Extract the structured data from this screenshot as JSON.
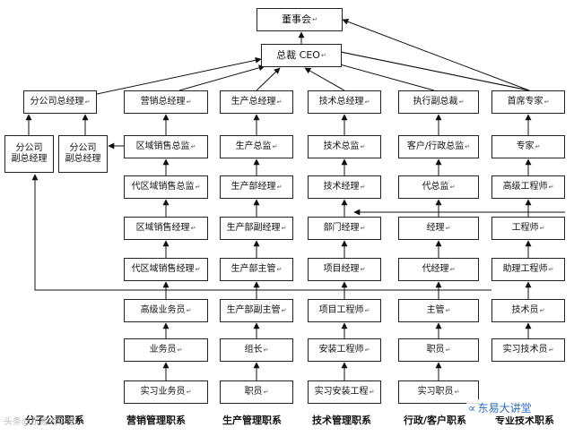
{
  "top": {
    "board": "董事会",
    "ceo": "总裁 CEO"
  },
  "columns": [
    {
      "key": "branch",
      "head": "分公司总经理",
      "footer": "分子公司职系",
      "subs": [
        "分公司副总经理",
        "分公司副总经理"
      ]
    },
    {
      "key": "sales",
      "head": "营销总经理",
      "footer": "营销管理职系",
      "items": [
        "区域销售总监",
        "代区域销售总监",
        "区域销售经理",
        "代区域销售经理",
        "高级业务员",
        "业务员",
        "实习业务员"
      ]
    },
    {
      "key": "prod",
      "head": "生产总经理",
      "footer": "生产管理职系",
      "items": [
        "生产总监",
        "生产部经理",
        "生产部副经理",
        "生产部主管",
        "生产部副主管",
        "组长",
        "职员"
      ]
    },
    {
      "key": "tech",
      "head": "技术总经理",
      "footer": "技术管理职系",
      "items": [
        "技术总监",
        "技术经理",
        "部门经理",
        "项目经理",
        "项目工程师",
        "安装工程师",
        "实习安装工程"
      ]
    },
    {
      "key": "admin",
      "head": "执行副总裁",
      "footer": "行政/客户职系",
      "items": [
        "客户/行政总监",
        "代总监",
        "经理",
        "代经理",
        "主管",
        "职员",
        "实习职员"
      ]
    },
    {
      "key": "expert",
      "head": "首席专家",
      "footer": "专业技术职系",
      "items": [
        "专家",
        "高级工程师",
        "工程师",
        "助理工程师",
        "技术员",
        "实习技术员"
      ]
    }
  ],
  "watermark": {
    "left": "头条@东易大讲堂",
    "right": "东易大讲堂"
  }
}
